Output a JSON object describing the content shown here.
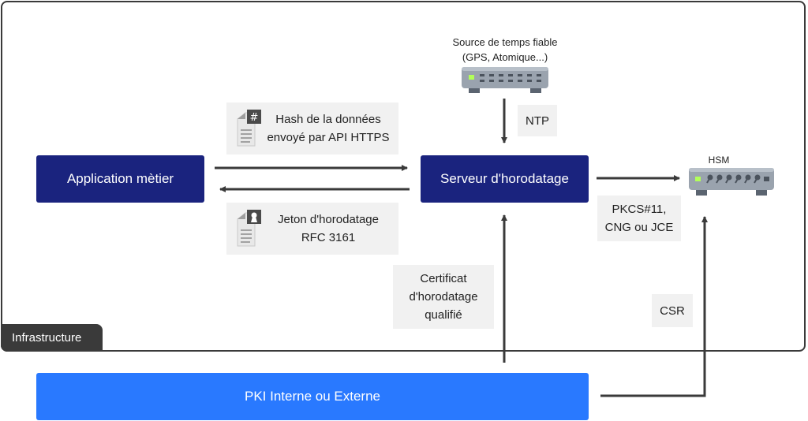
{
  "infrastructure": {
    "label": "Infrastructure"
  },
  "nodes": {
    "app": "Application mètier",
    "tsa": "Serveur d'horodatage",
    "pki": "PKI Interne ou Externe"
  },
  "time_source": {
    "line1": "Source de temps fiable",
    "line2": "(GPS, Atomique...)"
  },
  "hsm": {
    "label": "HSM"
  },
  "edges": {
    "hash": {
      "line1": "Hash de la données",
      "line2": "envoyé par API HTTPS"
    },
    "token": {
      "line1": "Jeton d'horodatage",
      "line2": "RFC 3161"
    },
    "ntp": "NTP",
    "pkcs": {
      "line1": "PKCS#11,",
      "line2": "CNG ou JCE"
    },
    "cert": {
      "line1": "Certificat",
      "line2": "d'horodatage",
      "line3": "qualifié"
    },
    "csr": "CSR"
  },
  "icons": {
    "hash_doc": "document-hash-icon",
    "token_doc": "document-lock-icon",
    "time_device": "network-switch-icon",
    "hsm_device": "hsm-appliance-icon"
  },
  "colors": {
    "dark_box": "#1a237e",
    "blue_box": "#2979ff",
    "frame": "#3a3a3a",
    "label_bg": "#f1f1f1",
    "led": "#b2ff59"
  }
}
